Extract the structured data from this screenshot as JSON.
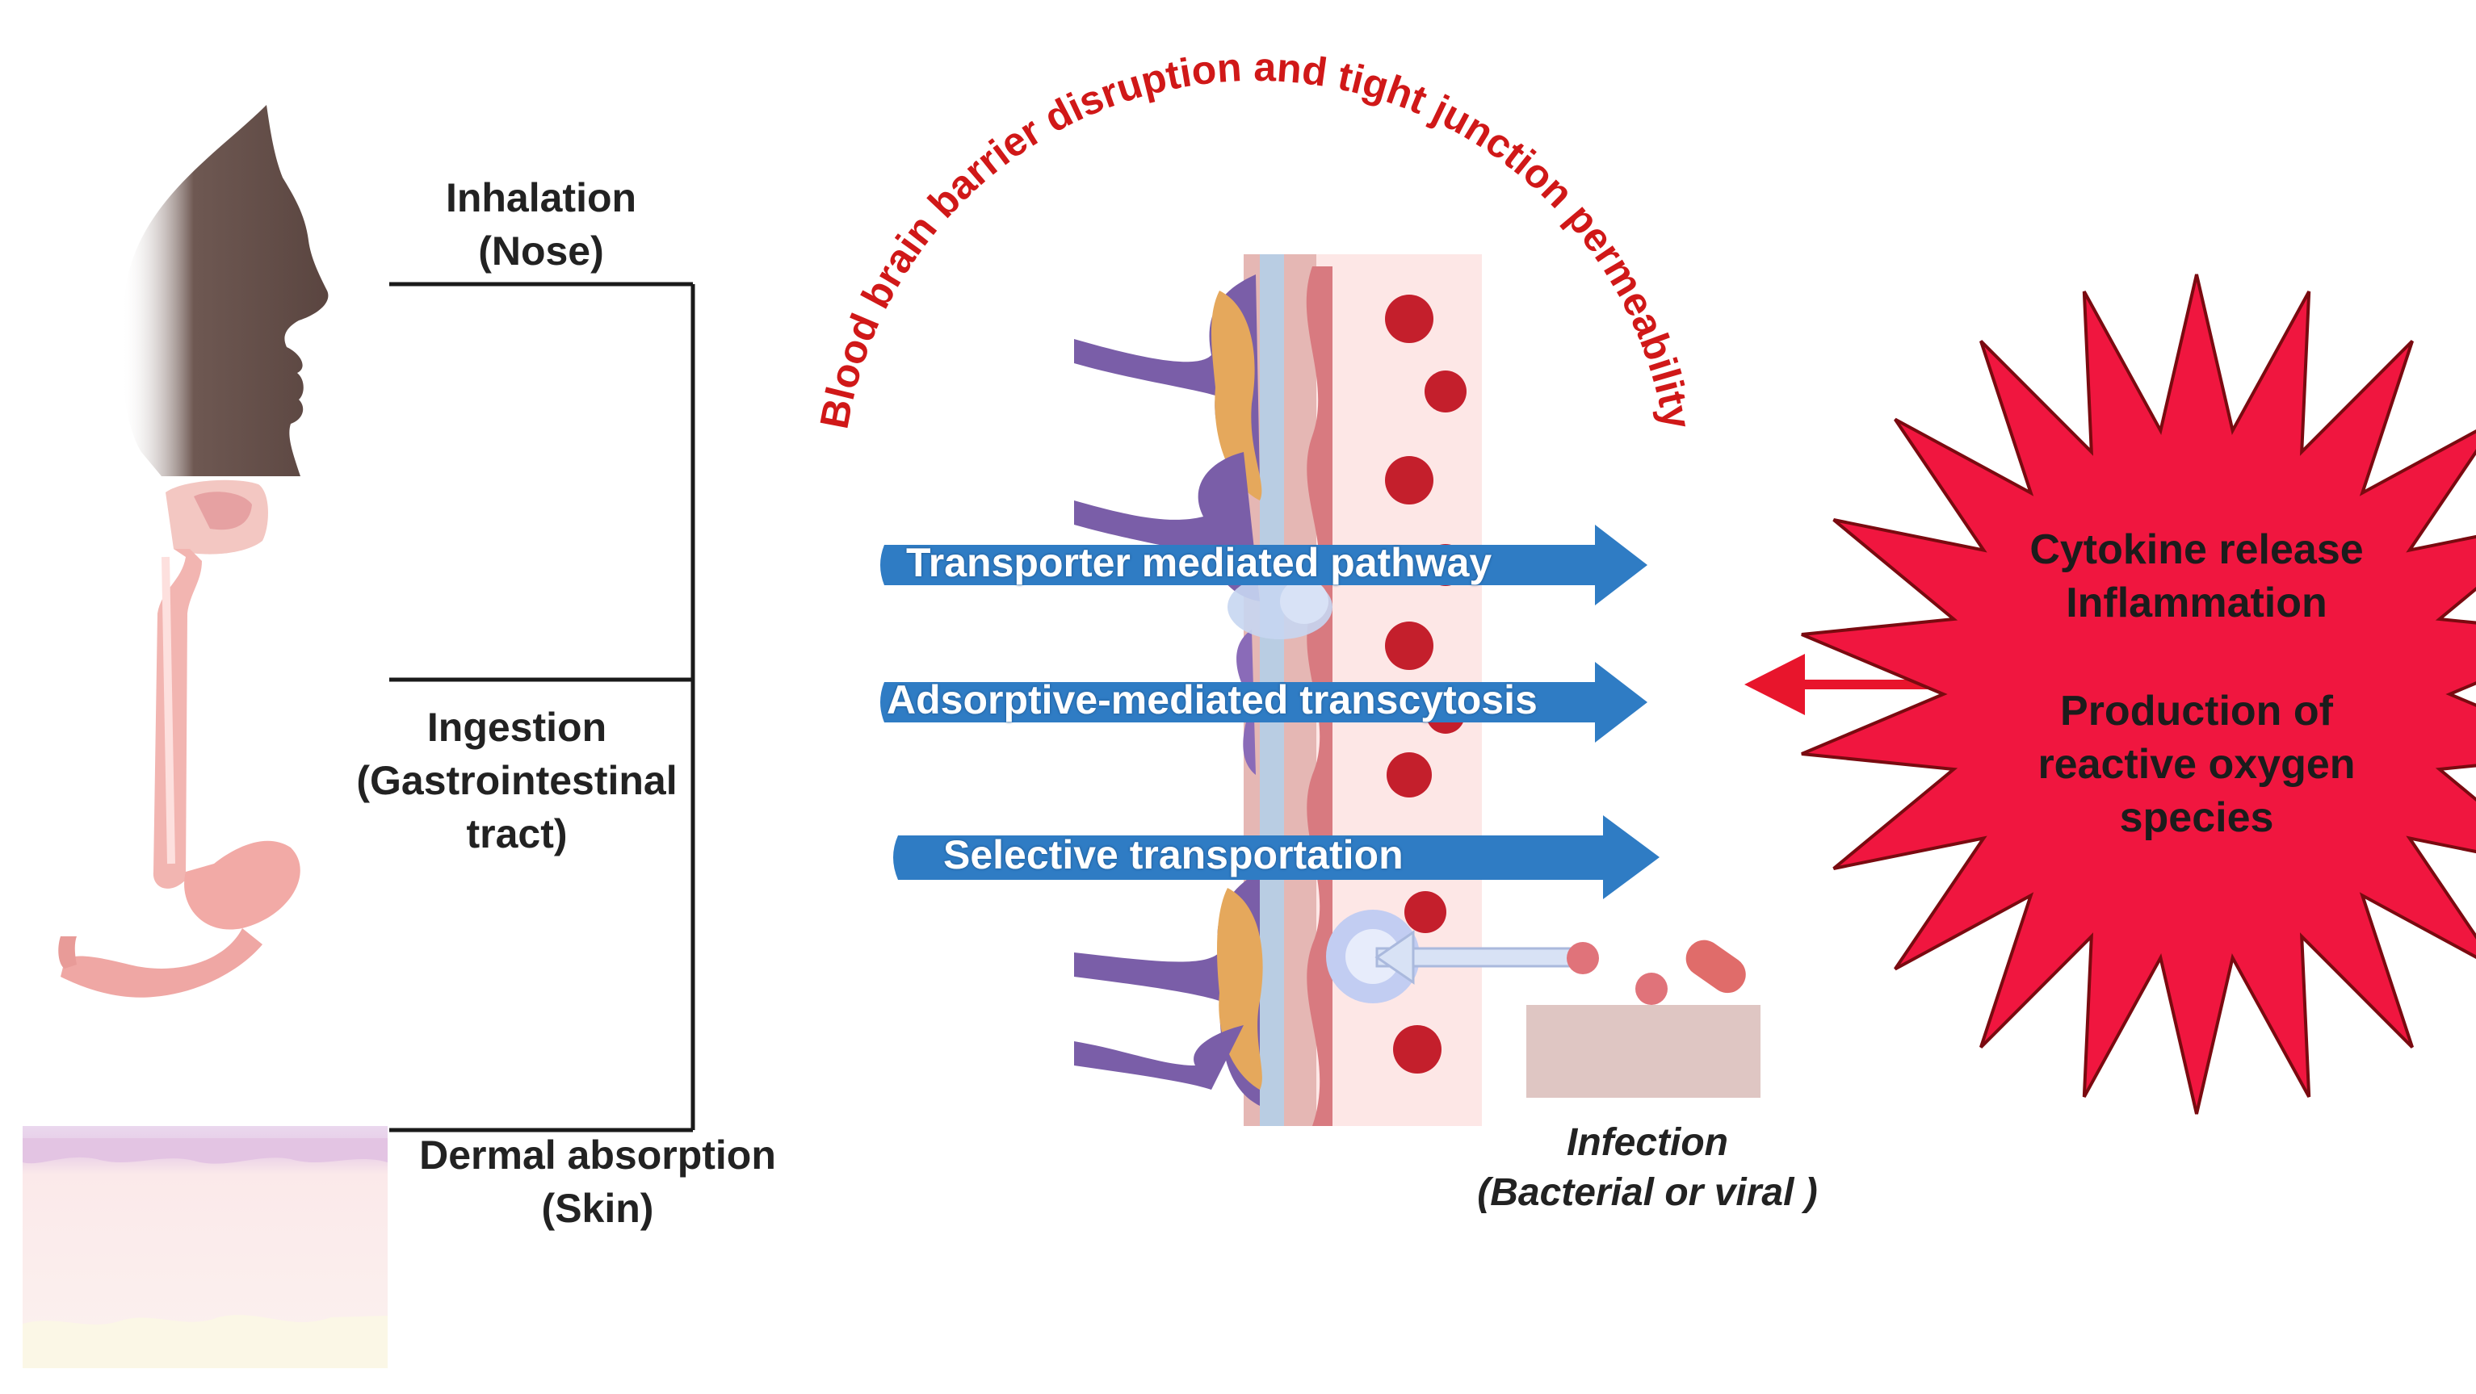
{
  "title": "Blood brain barrier  disruption and tight junction permeability",
  "routes": {
    "inhalation": [
      "Inhalation",
      "(Nose)"
    ],
    "ingestion": [
      "Ingestion",
      "(Gastrointestinal",
      "tract)"
    ],
    "dermal": [
      "Dermal absorption",
      "(Skin)"
    ]
  },
  "pathways": {
    "transporter": "Transporter mediated pathway",
    "adsorptive": "Adsorptive-mediated transcytosis",
    "selective": "Selective transportation"
  },
  "infection": [
    "Infection",
    "(Bacterial or viral )"
  ],
  "effects": {
    "cytokine": [
      "Cytokine release",
      "Inflammation"
    ],
    "ros": [
      "Production of",
      "reactive oxygen",
      "species"
    ]
  },
  "colors": {
    "title_red": "#d01818",
    "arrow_blue": "#2f7cc4",
    "burst_red": "#f0163f",
    "double_arrow_red": "#e8152c"
  }
}
